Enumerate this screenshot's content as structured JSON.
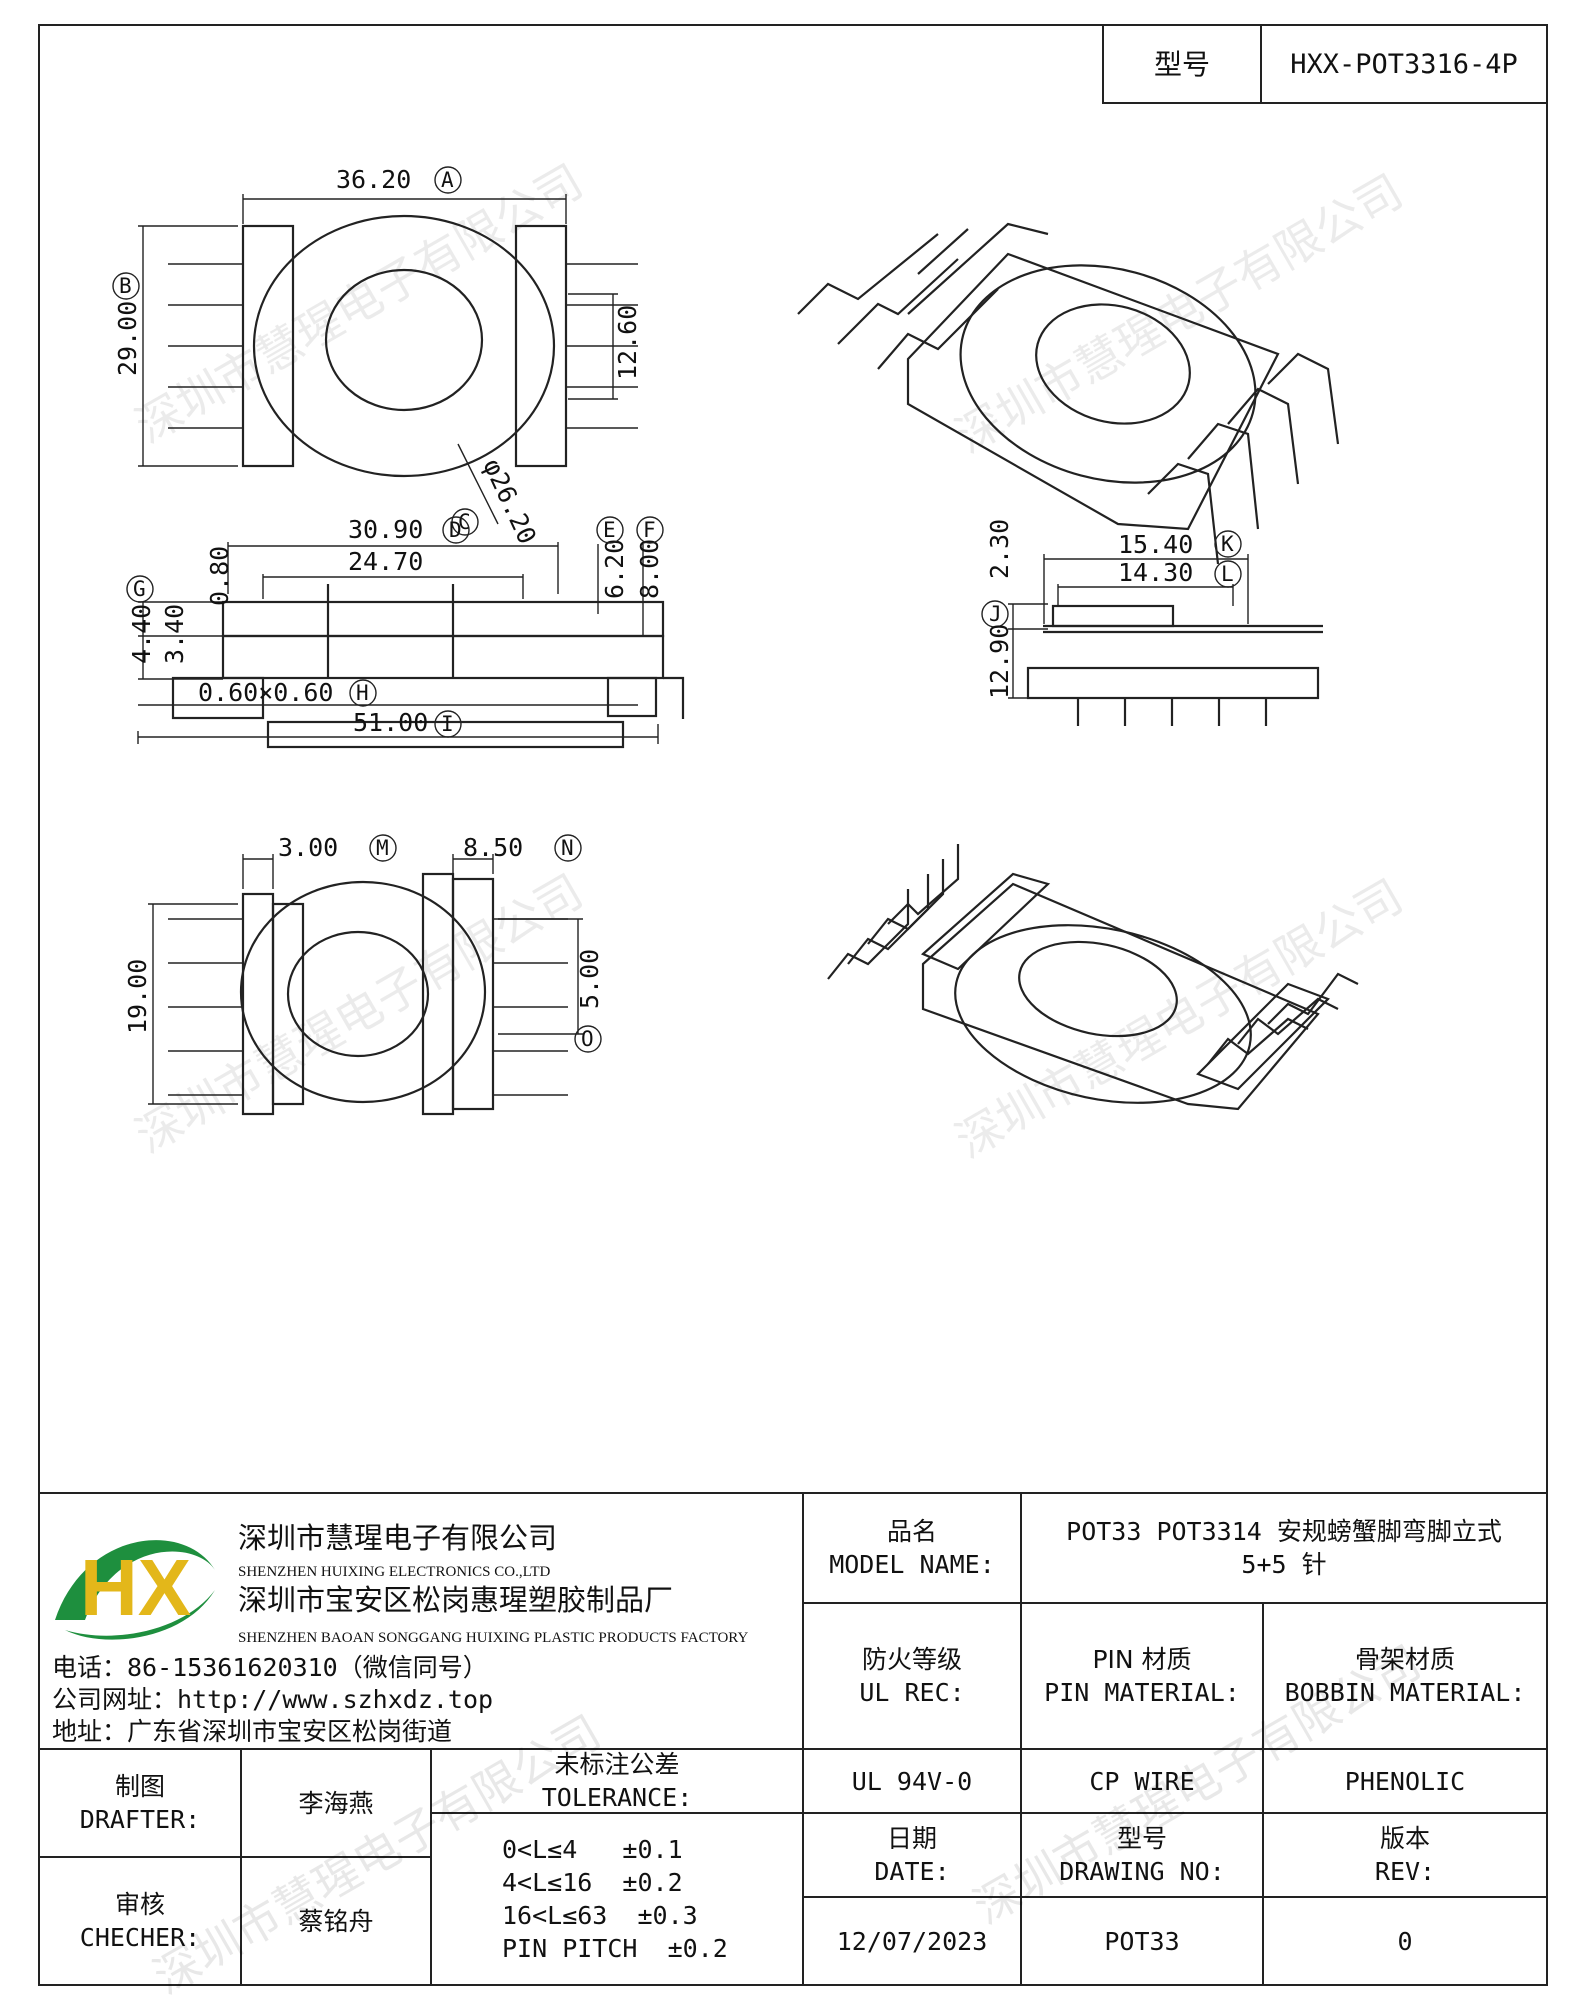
{
  "header": {
    "model_label": "型号",
    "model_value": "HXX-POT3316-4P"
  },
  "drawing": {
    "watermark": "深圳市慧瑆电子有限公司",
    "dims": {
      "a": "36.20",
      "b": "29.00",
      "c": "φ26.20",
      "pin_span_top": "12.60",
      "d": "30.90",
      "d_inner": "24.70",
      "e": "6.20",
      "f": "8.00",
      "g": "4.40",
      "g_inner": "3.40",
      "top_gap": "0.80",
      "h": "0.60×0.60",
      "i": "51.00",
      "k": "15.40",
      "l": "14.30",
      "j_top": "2.30",
      "j": "12.90",
      "m": "3.00",
      "n": "8.50",
      "o": "5.00",
      "height_bottom": "19.00"
    },
    "letters": {
      "a": "A",
      "b": "B",
      "c": "C",
      "d": "D",
      "e": "E",
      "f": "F",
      "g": "G",
      "h": "H",
      "i": "I",
      "j": "J",
      "k": "K",
      "l": "L",
      "m": "M",
      "n": "N",
      "o": "O"
    }
  },
  "company": {
    "logo_text": "HX",
    "name_cn": "深圳市慧瑆电子有限公司",
    "name_en": "SHENZHEN HUIXING ELECTRONICS CO.,LTD",
    "factory_cn": "深圳市宝安区松岗惠瑆塑胶制品厂",
    "factory_en": "SHENZHEN BAOAN SONGGANG HUIXING PLASTIC PRODUCTS FACTORY",
    "phone": "电话：86-15361620310（微信同号）",
    "website": "公司网址：http://www.szhxdz.top",
    "address": "地址：广东省深圳市宝安区松岗街道"
  },
  "model_name": {
    "label_cn": "品名",
    "label_en": "MODEL NAME:",
    "value_line1": "POT33 POT3314 安规螃蟹脚弯脚立式",
    "value_line2": "5+5 针"
  },
  "fire": {
    "label_cn": "防火等级",
    "label_en": "UL REC:",
    "value": "UL 94V-0"
  },
  "pin_material": {
    "label_cn": "PIN 材质",
    "label_en": "PIN MATERIAL:",
    "value": "CP WIRE"
  },
  "bobbin_material": {
    "label_cn": "骨架材质",
    "label_en": "BOBBIN MATERIAL:",
    "value": "PHENOLIC"
  },
  "drafter": {
    "label_cn": "制图",
    "label_en": "DRAFTER:",
    "name": "李海燕"
  },
  "checker": {
    "label_cn": "审核",
    "label_en": "CHECHER:",
    "name": "蔡铭舟"
  },
  "tolerance": {
    "label_cn": "未标注公差",
    "label_en": "TOLERANCE:",
    "lines": [
      "0<L≤4   ±0.1",
      "4<L≤16  ±0.2",
      "16<L≤63  ±0.3",
      "PIN PITCH  ±0.2"
    ]
  },
  "date": {
    "label_cn": "日期",
    "label_en": "DATE:",
    "value": "12/07/2023"
  },
  "drawing_no": {
    "label_cn": "型号",
    "label_en": "DRAWING NO:",
    "value": "POT33"
  },
  "rev": {
    "label_cn": "版本",
    "label_en": "REV:",
    "value": "0"
  }
}
